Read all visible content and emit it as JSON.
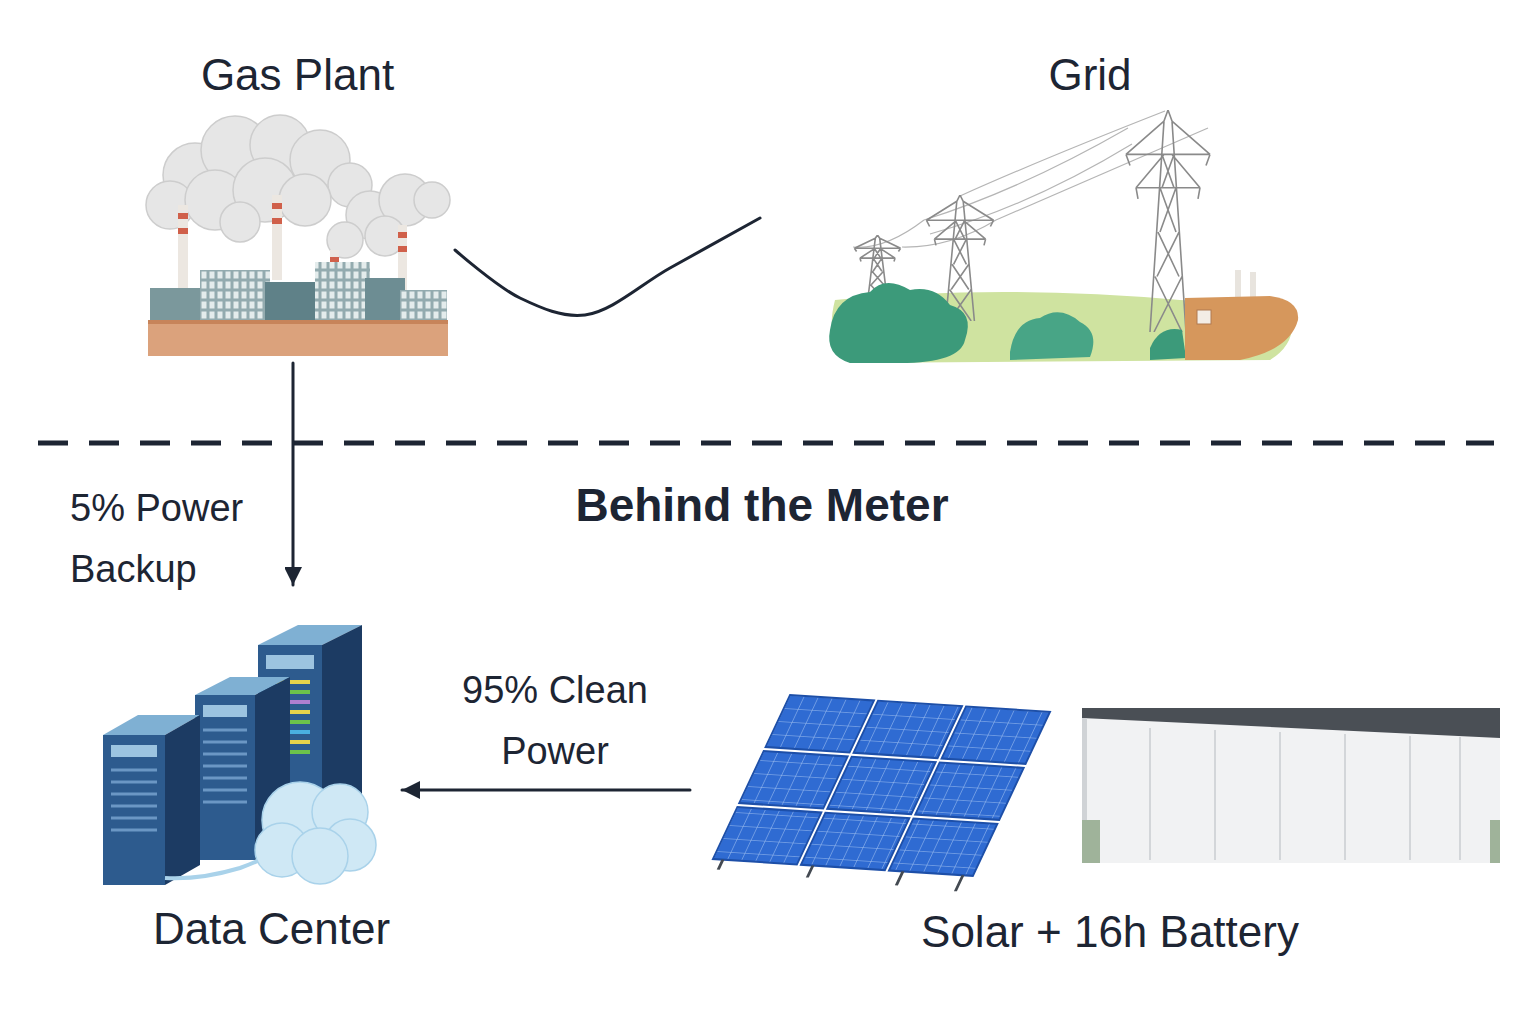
{
  "diagram": {
    "nodes": [
      {
        "text": [
          "Gas Plant"
        ]
      },
      {
        "text": [
          "Grid"
        ]
      },
      {
        "text": [
          "Data Center"
        ]
      },
      {
        "text": [
          "Solar + 16h Battery"
        ]
      }
    ],
    "edges": [
      {
        "from": 0,
        "to": 1,
        "arrow": "none"
      },
      {
        "from": 0,
        "to": 2,
        "arrow": "to",
        "label": "5% Power Backup"
      },
      {
        "from": 3,
        "to": 2,
        "arrow": "to",
        "label": "95% Clean Power"
      }
    ],
    "labels": [
      "Behind the Meter"
    ]
  }
}
